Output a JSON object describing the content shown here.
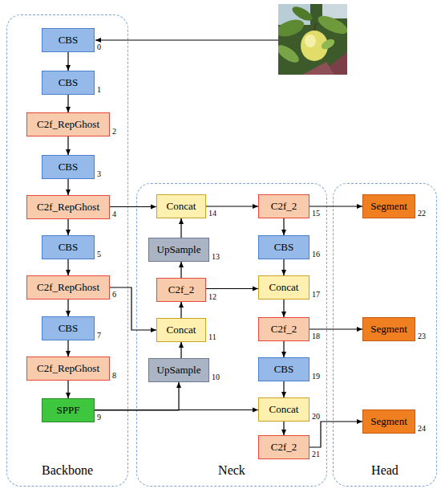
{
  "diagram": {
    "nodes": [
      {
        "text": [
          "Backbone"
        ]
      },
      {
        "text": [
          "CBS"
        ],
        "in": 0
      },
      {
        "text": [
          "CBS"
        ],
        "in": 0
      },
      {
        "text": [
          "C2f_RepGhost"
        ],
        "in": 0
      },
      {
        "text": [
          "CBS"
        ],
        "in": 0
      },
      {
        "text": [
          "C2f_RepGhost"
        ],
        "in": 0
      },
      {
        "text": [
          "CBS"
        ],
        "in": 0
      },
      {
        "text": [
          "C2f_RepGhost"
        ],
        "in": 0
      },
      {
        "text": [
          "CBS"
        ],
        "in": 0
      },
      {
        "text": [
          "C2f_RepGhost"
        ],
        "in": 0
      },
      {
        "text": [
          "SPPF"
        ],
        "in": 0
      },
      {
        "text": [
          "Neck"
        ]
      },
      {
        "text": [
          "UpSample"
        ],
        "in": 11
      },
      {
        "text": [
          "Concat"
        ],
        "in": 11
      },
      {
        "text": [
          "C2f_2"
        ],
        "in": 11
      },
      {
        "text": [
          "UpSample"
        ],
        "in": 11
      },
      {
        "text": [
          "Concat"
        ],
        "in": 11
      },
      {
        "text": [
          "C2f_2"
        ],
        "in": 11
      },
      {
        "text": [
          "CBS"
        ],
        "in": 11
      },
      {
        "text": [
          "Concat"
        ],
        "in": 11
      },
      {
        "text": [
          "C2f_2"
        ],
        "in": 11
      },
      {
        "text": [
          "CBS"
        ],
        "in": 11
      },
      {
        "text": [
          "Concat"
        ],
        "in": 11
      },
      {
        "text": [
          "C2f_2"
        ],
        "in": 11
      },
      {
        "text": [
          "Head"
        ]
      },
      {
        "text": [
          "Segment"
        ],
        "in": 24
      },
      {
        "text": [
          "Segment"
        ],
        "in": 24
      },
      {
        "text": [
          "Segment"
        ],
        "in": 24
      }
    ],
    "edges": [
      {
        "from": 1,
        "to": 2,
        "arrow": "to"
      },
      {
        "from": 2,
        "to": 3,
        "arrow": "to"
      },
      {
        "from": 3,
        "to": 4,
        "arrow": "to"
      },
      {
        "from": 4,
        "to": 5,
        "arrow": "to"
      },
      {
        "from": 5,
        "to": 6,
        "arrow": "to"
      },
      {
        "from": 6,
        "to": 7,
        "arrow": "to"
      },
      {
        "from": 7,
        "to": 8,
        "arrow": "to"
      },
      {
        "from": 8,
        "to": 9,
        "arrow": "to"
      },
      {
        "from": 9,
        "to": 10,
        "arrow": "to"
      },
      {
        "from": 5,
        "to": 16,
        "arrow": "to"
      },
      {
        "from": 7,
        "to": 13,
        "arrow": "to"
      },
      {
        "from": 10,
        "to": 12,
        "arrow": "to"
      },
      {
        "from": 10,
        "to": 22,
        "arrow": "to"
      },
      {
        "from": 12,
        "to": 13,
        "arrow": "to"
      },
      {
        "from": 13,
        "to": 14,
        "arrow": "to"
      },
      {
        "from": 14,
        "to": 15,
        "arrow": "to"
      },
      {
        "from": 15,
        "to": 16,
        "arrow": "to"
      },
      {
        "from": 14,
        "to": 19,
        "arrow": "to"
      },
      {
        "from": 16,
        "to": 17,
        "arrow": "to"
      },
      {
        "from": 17,
        "to": 18,
        "arrow": "to"
      },
      {
        "from": 18,
        "to": 19,
        "arrow": "to"
      },
      {
        "from": 19,
        "to": 20,
        "arrow": "to"
      },
      {
        "from": 20,
        "to": 21,
        "arrow": "to"
      },
      {
        "from": 21,
        "to": 22,
        "arrow": "to"
      },
      {
        "from": 22,
        "to": 23,
        "arrow": "to"
      },
      {
        "from": 17,
        "to": 25,
        "arrow": "to"
      },
      {
        "from": 20,
        "to": 26,
        "arrow": "to"
      },
      {
        "from": 23,
        "to": 27,
        "arrow": "to"
      }
    ],
    "labels": [
      "0",
      "1",
      "2",
      "3",
      "4",
      "5",
      "6",
      "7",
      "8",
      "9",
      "10",
      "11",
      "12",
      "13",
      "14",
      "15",
      "16",
      "17",
      "18",
      "19",
      "20",
      "21",
      "22",
      "23",
      "24"
    ]
  }
}
